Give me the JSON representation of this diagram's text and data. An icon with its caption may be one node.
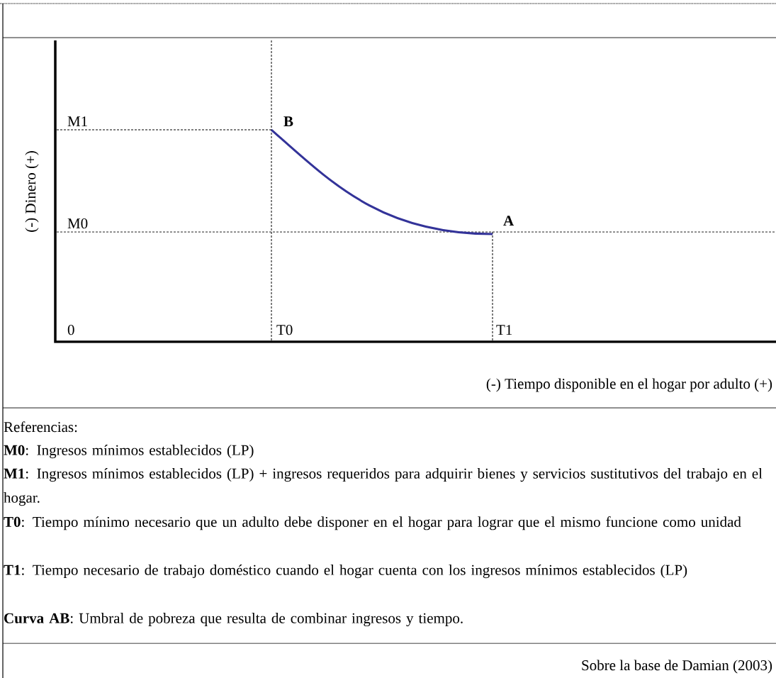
{
  "diagram": {
    "labels": [
      "M1",
      "B",
      "(-) Dinero (+)",
      "M0",
      "A",
      "0",
      "T0",
      "T1",
      "(-) Tiempo disponible en el hogar por adulto (+)",
      "Referencias:",
      "**M0**: Ingresos mínimos establecidos (LP)",
      "**M1**: Ingresos mínimos establecidos (LP) + ingresos requeridos para adquirir bienes y servicios sustitutivos del trabajo en el hogar.",
      "**T0**: Tiempo mínimo necesario que un adulto debe disponer en el hogar para lograr que el mismo funcione como unidad",
      "**T1**: Tiempo necesario de trabajo doméstico cuando el hogar cuenta con los ingresos mínimos establecidos (LP)",
      "**Curva AB**: Umbral de pobreza que resulta de combinar ingresos y tiempo.",
      "Sobre la base de Damian (2003)"
    ]
  }
}
